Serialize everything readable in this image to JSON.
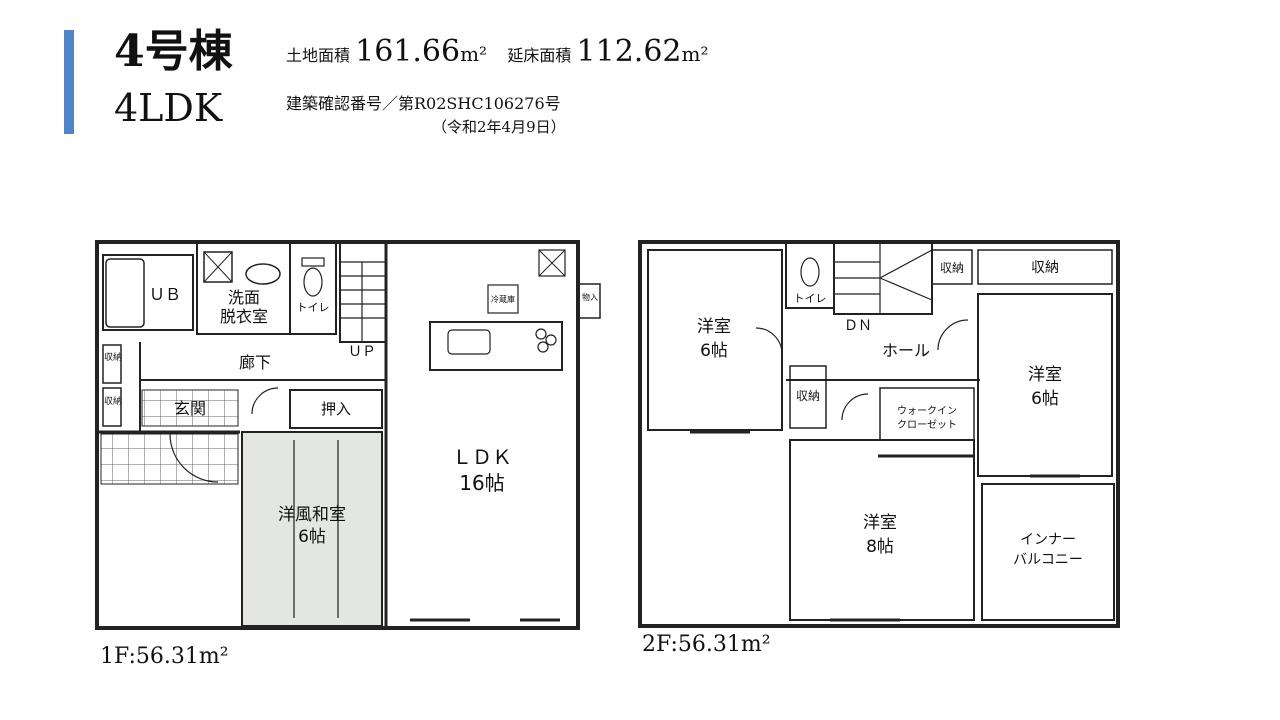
{
  "header": {
    "building": "4号棟",
    "layout_type": "4LDK",
    "land_area_label": "土地面積",
    "land_area_value": "161.66",
    "land_area_unit": "m²",
    "floor_area_label": "延床面積",
    "floor_area_value": "112.62",
    "floor_area_unit": "m²",
    "permit_no": "建築確認番号／第R02SHC106276号",
    "permit_date": "（令和2年4月9日）",
    "accent_color": "#4f86c6"
  },
  "floor1": {
    "label": "1F:56.31m²",
    "rooms": {
      "ub": "ＵＢ",
      "washroom_1": "洗面",
      "washroom_2": "脱衣室",
      "toilet": "トイレ",
      "hallway": "廊下",
      "up": "ＵＰ",
      "entrance": "玄関",
      "storage_1": "収納",
      "storage_2": "収納",
      "closet": "押入",
      "fridge": "冷蔵庫",
      "shoes": "物入",
      "tatami_1": "洋風和室",
      "tatami_2": "6帖",
      "ldk_1": "ＬＤＫ",
      "ldk_2": "16帖"
    },
    "tatami_color": "#e3e6e3"
  },
  "floor2": {
    "label": "2F:56.31m²",
    "rooms": {
      "western_a_1": "洋室",
      "western_a_2": "6帖",
      "toilet": "トイレ",
      "dn": "ＤＮ",
      "storage_small": "収納",
      "storage_long": "収納",
      "hall": "ホール",
      "storage_vertical": "収納",
      "wic_1": "ウォークイン",
      "wic_2": "クローゼット",
      "western_b_1": "洋室",
      "western_b_2": "6帖",
      "western_c_1": "洋室",
      "western_c_2": "8帖",
      "balcony_1": "インナー",
      "balcony_2": "バルコニー"
    }
  }
}
